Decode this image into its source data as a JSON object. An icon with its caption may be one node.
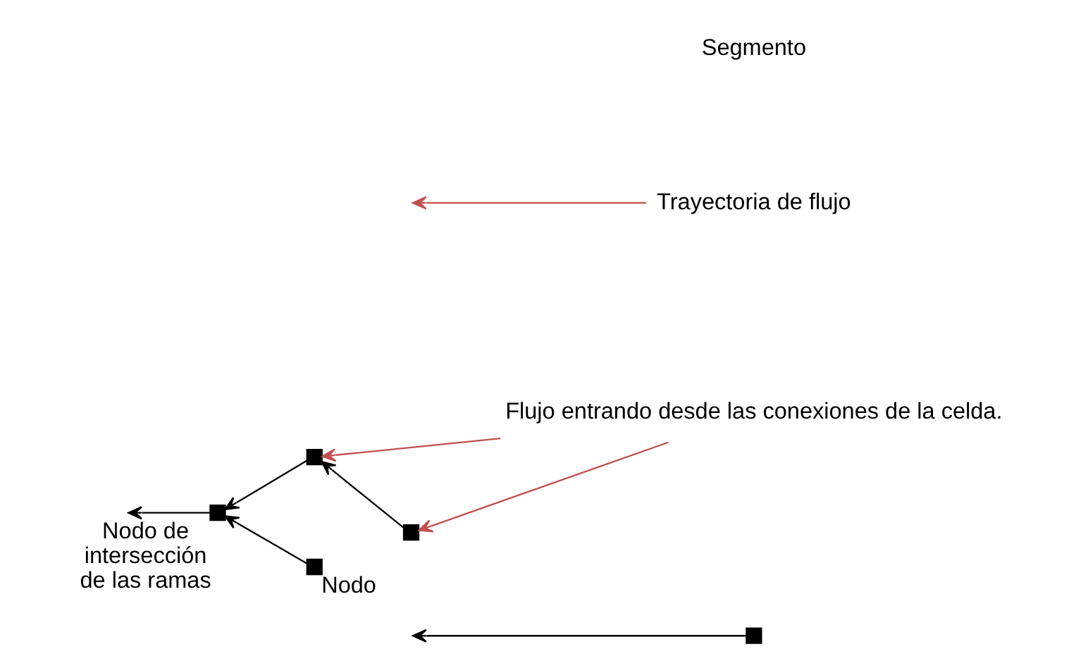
{
  "diagram": {
    "nodes": [
      {
        "text": [],
        "shape": "box"
      },
      {
        "text": [],
        "shape": "box",
        "beside": [
          "Nodo de intersección de las ramas"
        ]
      },
      {
        "text": [
          "Flujo entrando desde las conexiones de la celda."
        ]
      },
      {
        "text": [],
        "shape": "box"
      },
      {
        "text": [],
        "shape": "box"
      },
      {
        "text": [],
        "shape": "box",
        "beside": [
          "Nodo"
        ]
      },
      {
        "text": [
          "Trayectoria de flujo"
        ]
      }
    ],
    "edges": [
      {
        "from": 0,
        "to": null,
        "arrow": "to"
      },
      {
        "from": 1,
        "to": null,
        "arrow": "to"
      },
      {
        "from": 5,
        "to": 1,
        "arrow": "to"
      },
      {
        "from": 3,
        "to": 1,
        "arrow": "to"
      },
      {
        "from": 4,
        "to": 3,
        "arrow": "to"
      },
      {
        "from": 2,
        "to": 3,
        "arrow": "to",
        "color": "#c0504d"
      },
      {
        "from": 2,
        "to": 4,
        "arrow": "to",
        "color": "#c0504d"
      },
      {
        "from": 6,
        "to": null,
        "arrow": "to",
        "color": "#c0504d"
      }
    ],
    "labels": [
      "Segmento"
    ]
  }
}
